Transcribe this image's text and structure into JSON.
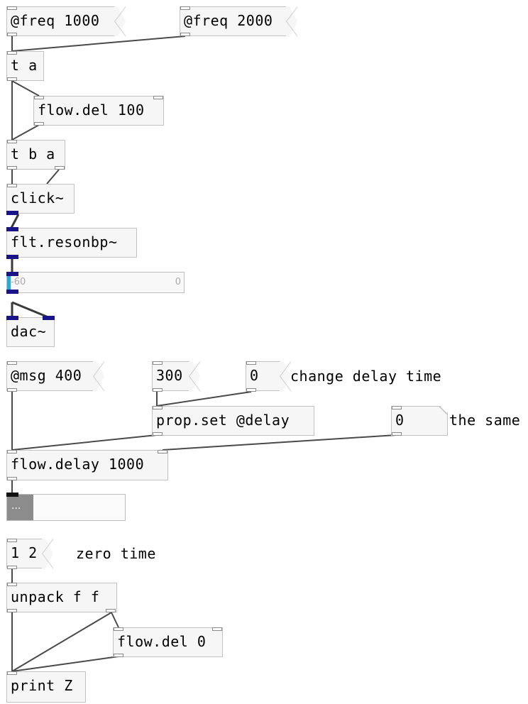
{
  "objects": {
    "freq1000": "@freq 1000",
    "freq2000": "@freq 2000",
    "trigger_a": "t a",
    "flow_del_100": "flow.del 100",
    "trigger_ba": "t b a",
    "click": "click~",
    "resonbp": "flt.resonbp~",
    "dac": "dac~",
    "msg400": "@msg 400",
    "num300": "300",
    "num0_a": "0",
    "propset": "prop.set @delay",
    "num0_b": "0",
    "flow_delay_1000": "flow.delay 1000",
    "msg12": "1 2",
    "unpack": "unpack f f",
    "flow_del_0": "flow.del 0",
    "print": "print Z"
  },
  "comments": {
    "change_delay": "change delay time",
    "the_same": "the same",
    "zero_time": "zero time"
  },
  "slider": {
    "min_label": "-60",
    "max_label": "0",
    "value": -60,
    "accent": "#36a4d4"
  },
  "progress": {
    "label": "...",
    "fraction": 0.2
  },
  "colors": {
    "signal_port": "#1a1488",
    "box_border": "#c2c2c2",
    "box_bg": "#f6f6f7"
  }
}
